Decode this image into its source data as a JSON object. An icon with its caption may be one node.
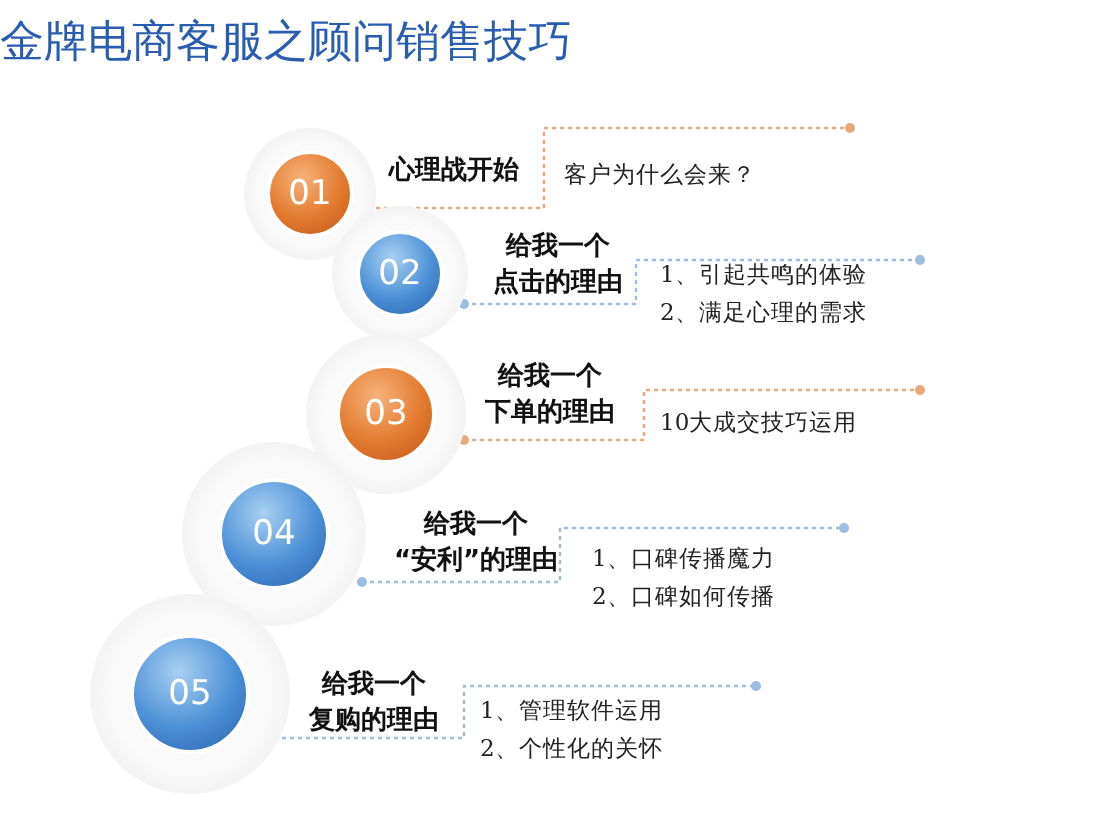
{
  "diagram": {
    "title": "金牌电商客服之顾问销售技巧",
    "nodes": [
      {
        "text": [
          "01"
        ],
        "beside": [
          "心理战开始",
          "客户为什么会来？"
        ]
      },
      {
        "text": [
          "02"
        ],
        "beside": [
          "给我一个",
          "点击的理由",
          "1、引起共鸣的体验",
          "2、满足心理的需求"
        ]
      },
      {
        "text": [
          "03"
        ],
        "beside": [
          "给我一个",
          "下单的理由",
          "10大成交技巧运用"
        ]
      },
      {
        "text": [
          "04"
        ],
        "beside": [
          "给我一个",
          "“安利”的理由",
          "1、口碑传播魔力",
          "2、口碑如何传播"
        ]
      },
      {
        "text": [
          "05"
        ],
        "beside": [
          "给我一个",
          "复购的理由",
          "1、管理软件运用",
          "2、个性化的关怀"
        ]
      }
    ]
  }
}
